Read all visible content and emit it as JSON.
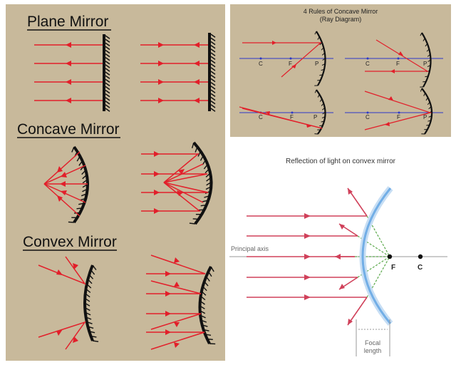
{
  "colors": {
    "panel_bg": "#c8b99b",
    "ray": "#e21f2a",
    "axis": "#2b38c8",
    "mirror": "#111111",
    "convex_mirror": "#72aee6",
    "focal_line": "#5aa84a"
  },
  "left_panel": {
    "plane_title": "Plane Mirror",
    "concave_title": "Concave Mirror",
    "convex_title": "Convex Mirror"
  },
  "top_right": {
    "title": "4 Rules of Concave Mirror",
    "subtitle": "(Ray Diagram)",
    "labels": {
      "c": "C",
      "f": "F",
      "p": "P"
    }
  },
  "bottom_right": {
    "title": "Reflection of light on convex mirror",
    "principal_axis": "Principal axis",
    "f_label": "F",
    "c_label": "C",
    "focal_label_1": "Focal",
    "focal_label_2": "length"
  }
}
